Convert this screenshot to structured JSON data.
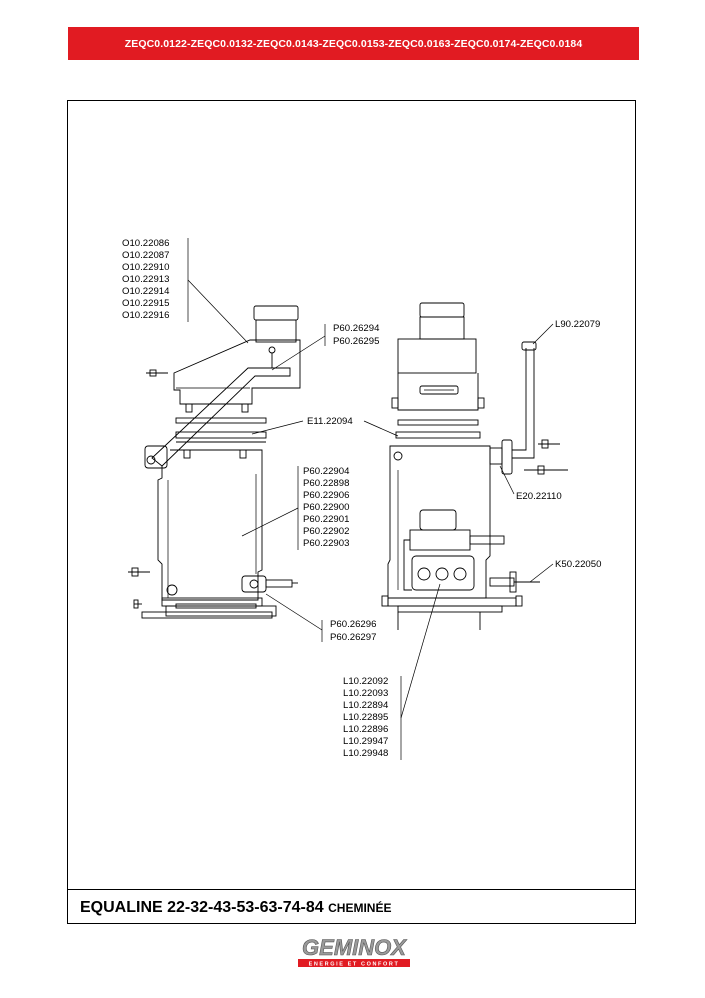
{
  "header": {
    "models": "ZEQC0.0122-ZEQC0.0132-ZEQC0.0143-ZEQC0.0153-ZEQC0.0163-ZEQC0.0174-ZEQC0.0184"
  },
  "caption": {
    "title": "EQUALINE 22-32-43-53-63-74-84",
    "subtitle": "CHEMINÉE"
  },
  "logo": {
    "text": "GEMINOX",
    "tagline": "ENERGIE ET CONFORT",
    "color": "#e11b22"
  },
  "parts": {
    "o10": [
      "O10.22086",
      "O10.22087",
      "O10.22910",
      "O10.22913",
      "O10.22914",
      "O10.22915",
      "O10.22916"
    ],
    "p60_a": [
      "P60.26294",
      "P60.26295"
    ],
    "e11": "E11.22094",
    "p60_b": [
      "P60.22904",
      "P60.22898",
      "P60.22906",
      "P60.22900",
      "P60.22901",
      "P60.22902",
      "P60.22903"
    ],
    "p60_c": [
      "P60.26296",
      "P60.26297"
    ],
    "l90": "L90.22079",
    "e20": "E20.22110",
    "k50": "K50.22050",
    "l10": [
      "L10.22092",
      "L10.22093",
      "L10.22894",
      "L10.22895",
      "L10.22896",
      "L10.29947",
      "L10.29948"
    ]
  }
}
